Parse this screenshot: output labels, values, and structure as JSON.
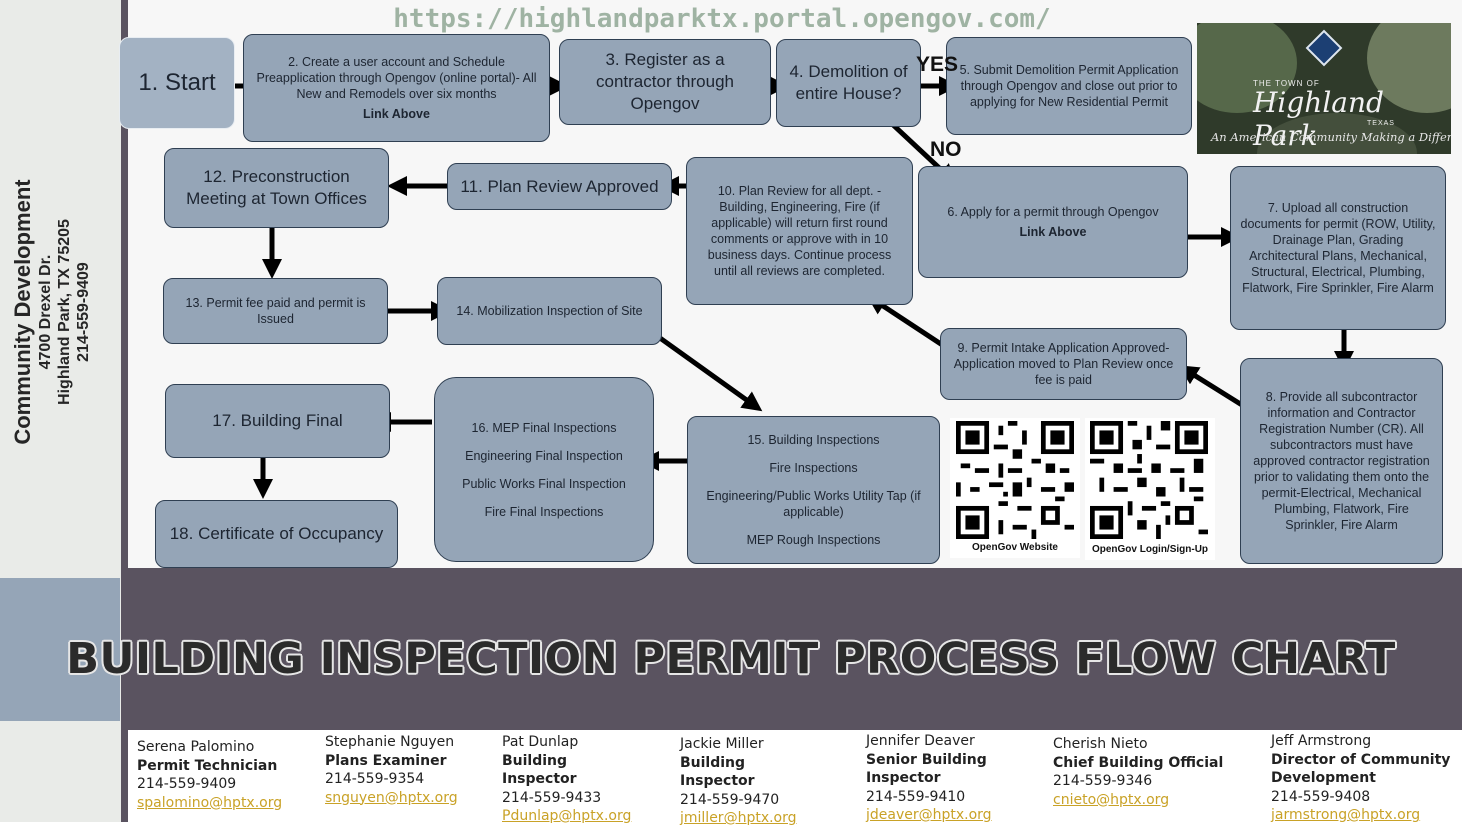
{
  "url": "https://highlandparktx.portal.opengov.com/",
  "sidebar": {
    "department": "Community Development",
    "address": "4700 Drexel Dr.",
    "city": "Highland Park, TX 75205",
    "phone": "214-559-9409"
  },
  "steps": {
    "s1": "1. Start",
    "s2": "2. Create a user account and Schedule Preapplication through Opengov (online portal)- All New and Remodels over six months",
    "s2_link": "Link Above",
    "s3": "3. Register as a contractor through Opengov",
    "s4": "4. Demolition of entire House?",
    "s5": "5. Submit Demolition Permit Application through Opengov and close out prior to applying for New Residential Permit",
    "s6": "6. Apply for a permit through Opengov",
    "s6_link": "Link Above",
    "s7": "7. Upload all construction documents for permit (ROW, Utility, Drainage Plan, Grading Architectural Plans, Mechanical, Structural, Electrical, Plumbing, Flatwork, Fire Sprinkler, Fire Alarm",
    "s8": "8. Provide all subcontractor information and Contractor Registration Number (CR). All subcontractors must have approved contractor registration prior to validating them onto the permit-Electrical, Mechanical Plumbing, Flatwork, Fire Sprinkler, Fire Alarm",
    "s9": "9. Permit Intake Application Approved- Application moved to Plan Review once fee is paid",
    "s10": "10. Plan Review for all dept. - Building, Engineering, Fire (if applicable) will return first round comments or approve with in 10 business days. Continue process until all reviews are completed.",
    "s11": "11. Plan Review Approved",
    "s12": "12. Preconstruction Meeting at Town Offices",
    "s13": "13. Permit fee paid and permit is Issued",
    "s14": "14. Mobilization Inspection of Site",
    "s15": [
      "15. Building Inspections",
      "Fire  Inspections",
      "Engineering/Public Works Utility Tap (if applicable)",
      "MEP Rough Inspections"
    ],
    "s16": [
      "16. MEP Final Inspections",
      "Engineering Final Inspection",
      "Public Works Final Inspection",
      "Fire Final Inspections"
    ],
    "s17": "17. Building Final",
    "s18": "18. Certificate of Occupancy"
  },
  "labels": {
    "yes": "YES",
    "no": "NO"
  },
  "qr": {
    "website": "OpenGov Website",
    "login": "OpenGov Login/Sign-Up"
  },
  "logo": {
    "pre": "THE TOWN OF",
    "name": "Highland Park",
    "state": "TEXAS",
    "tagline": "An American Community Making a Difference"
  },
  "title": "BUILDING INSPECTION PERMIT PROCESS FLOW CHART",
  "contacts": [
    {
      "name": "Serena Palomino",
      "role": "Permit Technician",
      "phone": "214-559-9409",
      "email": "spalomino@hptx.org"
    },
    {
      "name": "Stephanie Nguyen",
      "role": "Plans Examiner",
      "phone": "214-559-9354",
      "email": "snguyen@hptx.org"
    },
    {
      "name": "Pat Dunlap",
      "role": "Building Inspector",
      "phone": "214-559-9433",
      "email": "Pdunlap@hptx.org"
    },
    {
      "name": "Jackie Miller",
      "role": "Building Inspector",
      "phone": "214-559-9470",
      "email": "jmiller@hptx.org"
    },
    {
      "name": "Jennifer Deaver",
      "role": "Senior Building Inspector",
      "phone": "214-559-9410",
      "email": "jdeaver@hptx.org"
    },
    {
      "name": "Cherish Nieto",
      "role": "Chief Building Official",
      "phone": "214-559-9346",
      "email": "cnieto@hptx.org"
    },
    {
      "name": "Jeff Armstrong",
      "role": "Director of Community Development",
      "phone": "214-559-9408",
      "email": "jarmstrong@hptx.org"
    }
  ],
  "colors": {
    "box": "#95a5b7",
    "banner": "#5a5360",
    "email": "#c9a227"
  }
}
